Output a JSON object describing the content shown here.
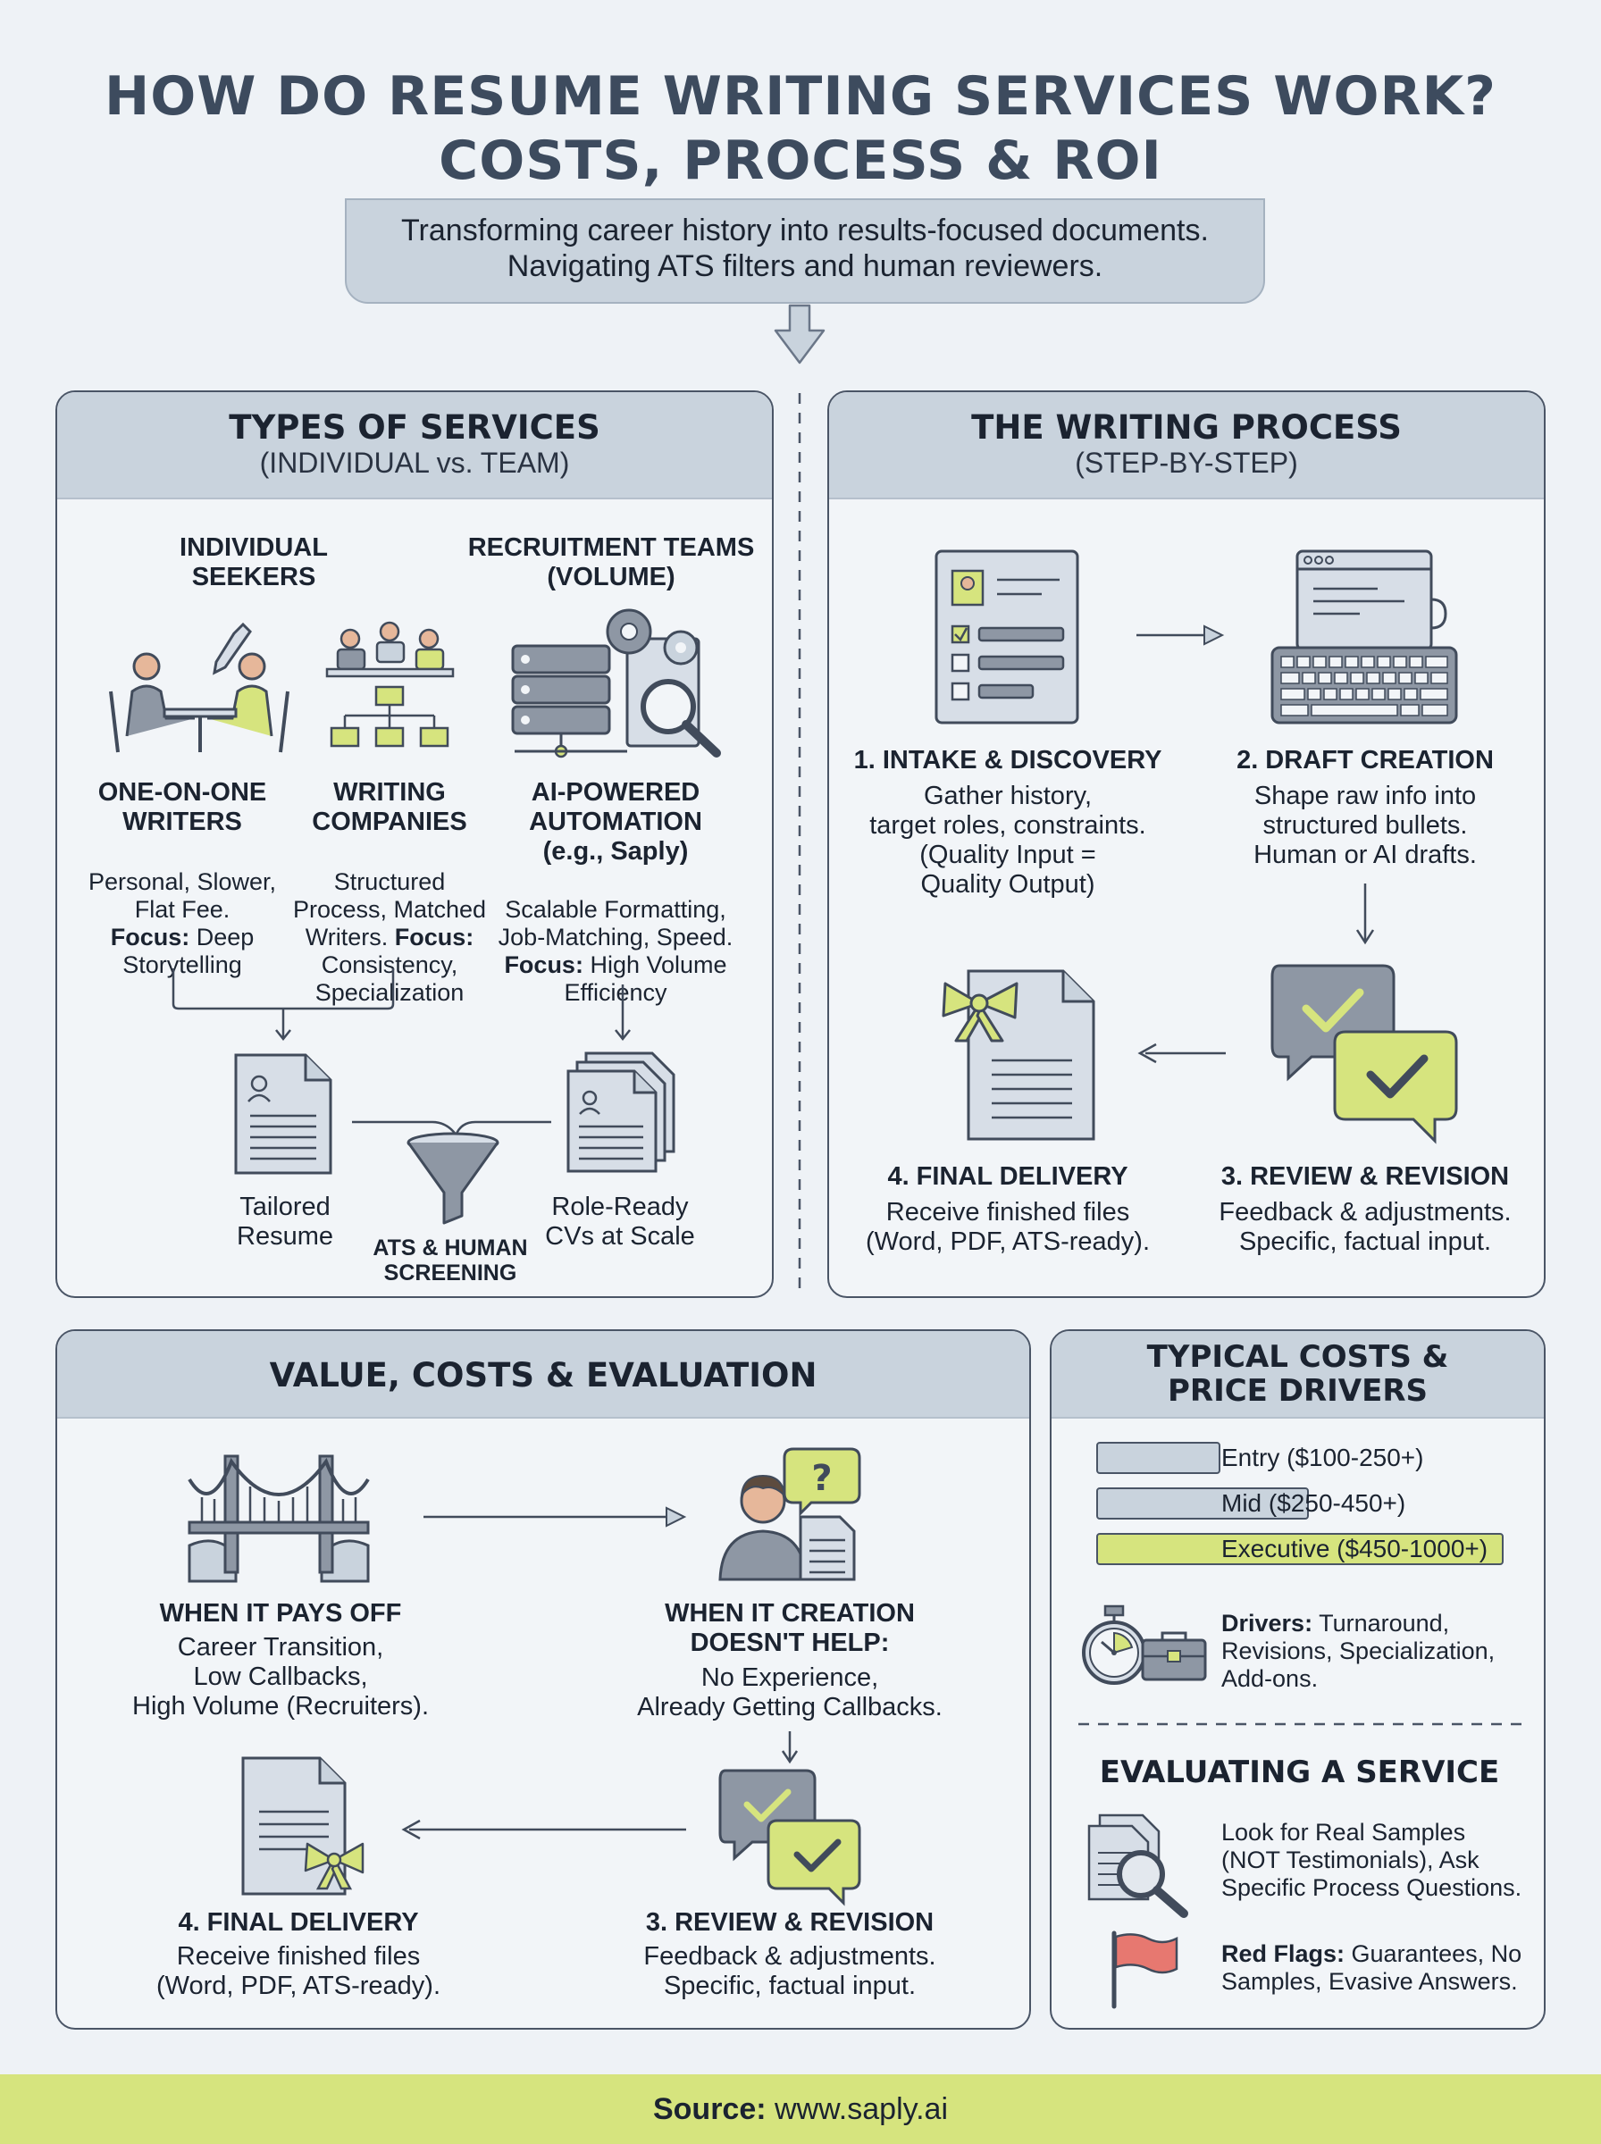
{
  "title": {
    "line1": "HOW DO RESUME WRITING SERVICES WORK?",
    "line2": "COSTS, PROCESS & ROI"
  },
  "subtitle": {
    "line1": "Transforming career history into results-focused documents.",
    "line2": "Navigating ATS filters and human reviewers."
  },
  "types_panel": {
    "title": "TYPES OF SERVICES",
    "subtitle": "(INDIVIDUAL vs. TEAM)",
    "individual_seekers": "INDIVIDUAL\nSEEKERS",
    "recruitment_teams": "RECRUITMENT TEAMS\n(VOLUME)",
    "one_on_one": {
      "title": "ONE-ON-ONE\nWRITERS",
      "desc": "Personal, Slower,\nFlat Fee.",
      "focus_label": "Focus:",
      "focus_text": " Deep\nStorytelling"
    },
    "writing_companies": {
      "title": "WRITING\nCOMPANIES",
      "desc": "Structured\nProcess, Matched\nWriters.",
      "focus_label": "Focus:",
      "focus_text": "Consistency,\nSpecialization"
    },
    "ai_powered": {
      "title": "AI-POWERED\nAUTOMATION\n(e.g., Saply)",
      "desc": "Scalable Formatting,\nJob-Matching, Speed.",
      "focus_label": "Focus:",
      "focus_text": " High Volume\nEfficiency"
    },
    "tailored_resume": "Tailored\nResume",
    "ats_screening": "ATS & HUMAN\nSCREENING",
    "role_ready": "Role-Ready\nCVs at Scale"
  },
  "process_panel": {
    "title": "THE WRITING PROCESS",
    "subtitle": "(STEP-BY-STEP)",
    "step1_title": "1. INTAKE & DISCOVERY",
    "step1_desc": "Gather history,\ntarget roles, constraints.\n(Quality Input =\nQuality Output)",
    "step2_title": "2. DRAFT CREATION",
    "step2_desc": "Shape raw info into\nstructured bullets.\nHuman or AI drafts.",
    "step3_title": "3. REVIEW & REVISION",
    "step3_desc": "Feedback & adjustments.\nSpecific, factual input.",
    "step4_title": "4. FINAL DELIVERY",
    "step4_desc": "Receive finished files\n(Word, PDF, ATS-ready)."
  },
  "value_panel": {
    "title": "VALUE, COSTS & EVALUATION",
    "pays_off_title": "WHEN IT PAYS OFF",
    "pays_off_desc": "Career Transition,\nLow Callbacks,\nHigh Volume (Recruiters).",
    "not_help_title": "WHEN IT CREATION\nDOESN'T HELP:",
    "not_help_desc": "No Experience,\nAlready Getting Callbacks.",
    "step4_title": "4. FINAL DELIVERY",
    "step4_desc": "Receive finished files\n(Word, PDF, ATS-ready).",
    "step3_title": "3. REVIEW & REVISION",
    "step3_desc": "Feedback & adjustments.\nSpecific, factual input."
  },
  "costs_panel": {
    "title": "TYPICAL COSTS &\nPRICE DRIVERS",
    "tiers": [
      {
        "label": "Entry ($100-250+)",
        "level": 0.2,
        "color": "#c9d3dd"
      },
      {
        "label": "Mid ($250-450+)",
        "level": 0.45,
        "color": "#c9d3dd"
      },
      {
        "label": "Executive ($450-1000+)",
        "level": 1.0,
        "color": "#d6e47e"
      }
    ],
    "drivers_label": "Drivers:",
    "drivers_text": " Turnaround,\nRevisions, Specialization,\nAdd-ons.",
    "eval_title": "EVALUATING A SERVICE",
    "eval_text": "Look for Real Samples\n(NOT Testimonials), Ask\nSpecific Process Questions.",
    "red_flags_label": "Red Flags:",
    "red_flags_text": " Guarantees, No\nSamples, Evasive Answers."
  },
  "footer": {
    "source_label": "Source:",
    "source_url": " www.saply.ai"
  },
  "colors": {
    "accent_lime": "#d6e47e",
    "header_gray": "#c9d3dd",
    "flag_red": "#e77870",
    "title_ink": "#3d4b5e"
  },
  "icons": [
    "meeting-icon",
    "org-chart-icon",
    "ai-server-icon",
    "resume-icon",
    "funnel-icon",
    "cv-stack-icon",
    "intake-form-icon",
    "keyboard-icon",
    "review-bubbles-icon",
    "gift-document-icon",
    "bridge-icon",
    "question-person-icon",
    "stopwatch-icon",
    "briefcase-icon",
    "magnifier-document-icon",
    "red-flag-icon"
  ]
}
